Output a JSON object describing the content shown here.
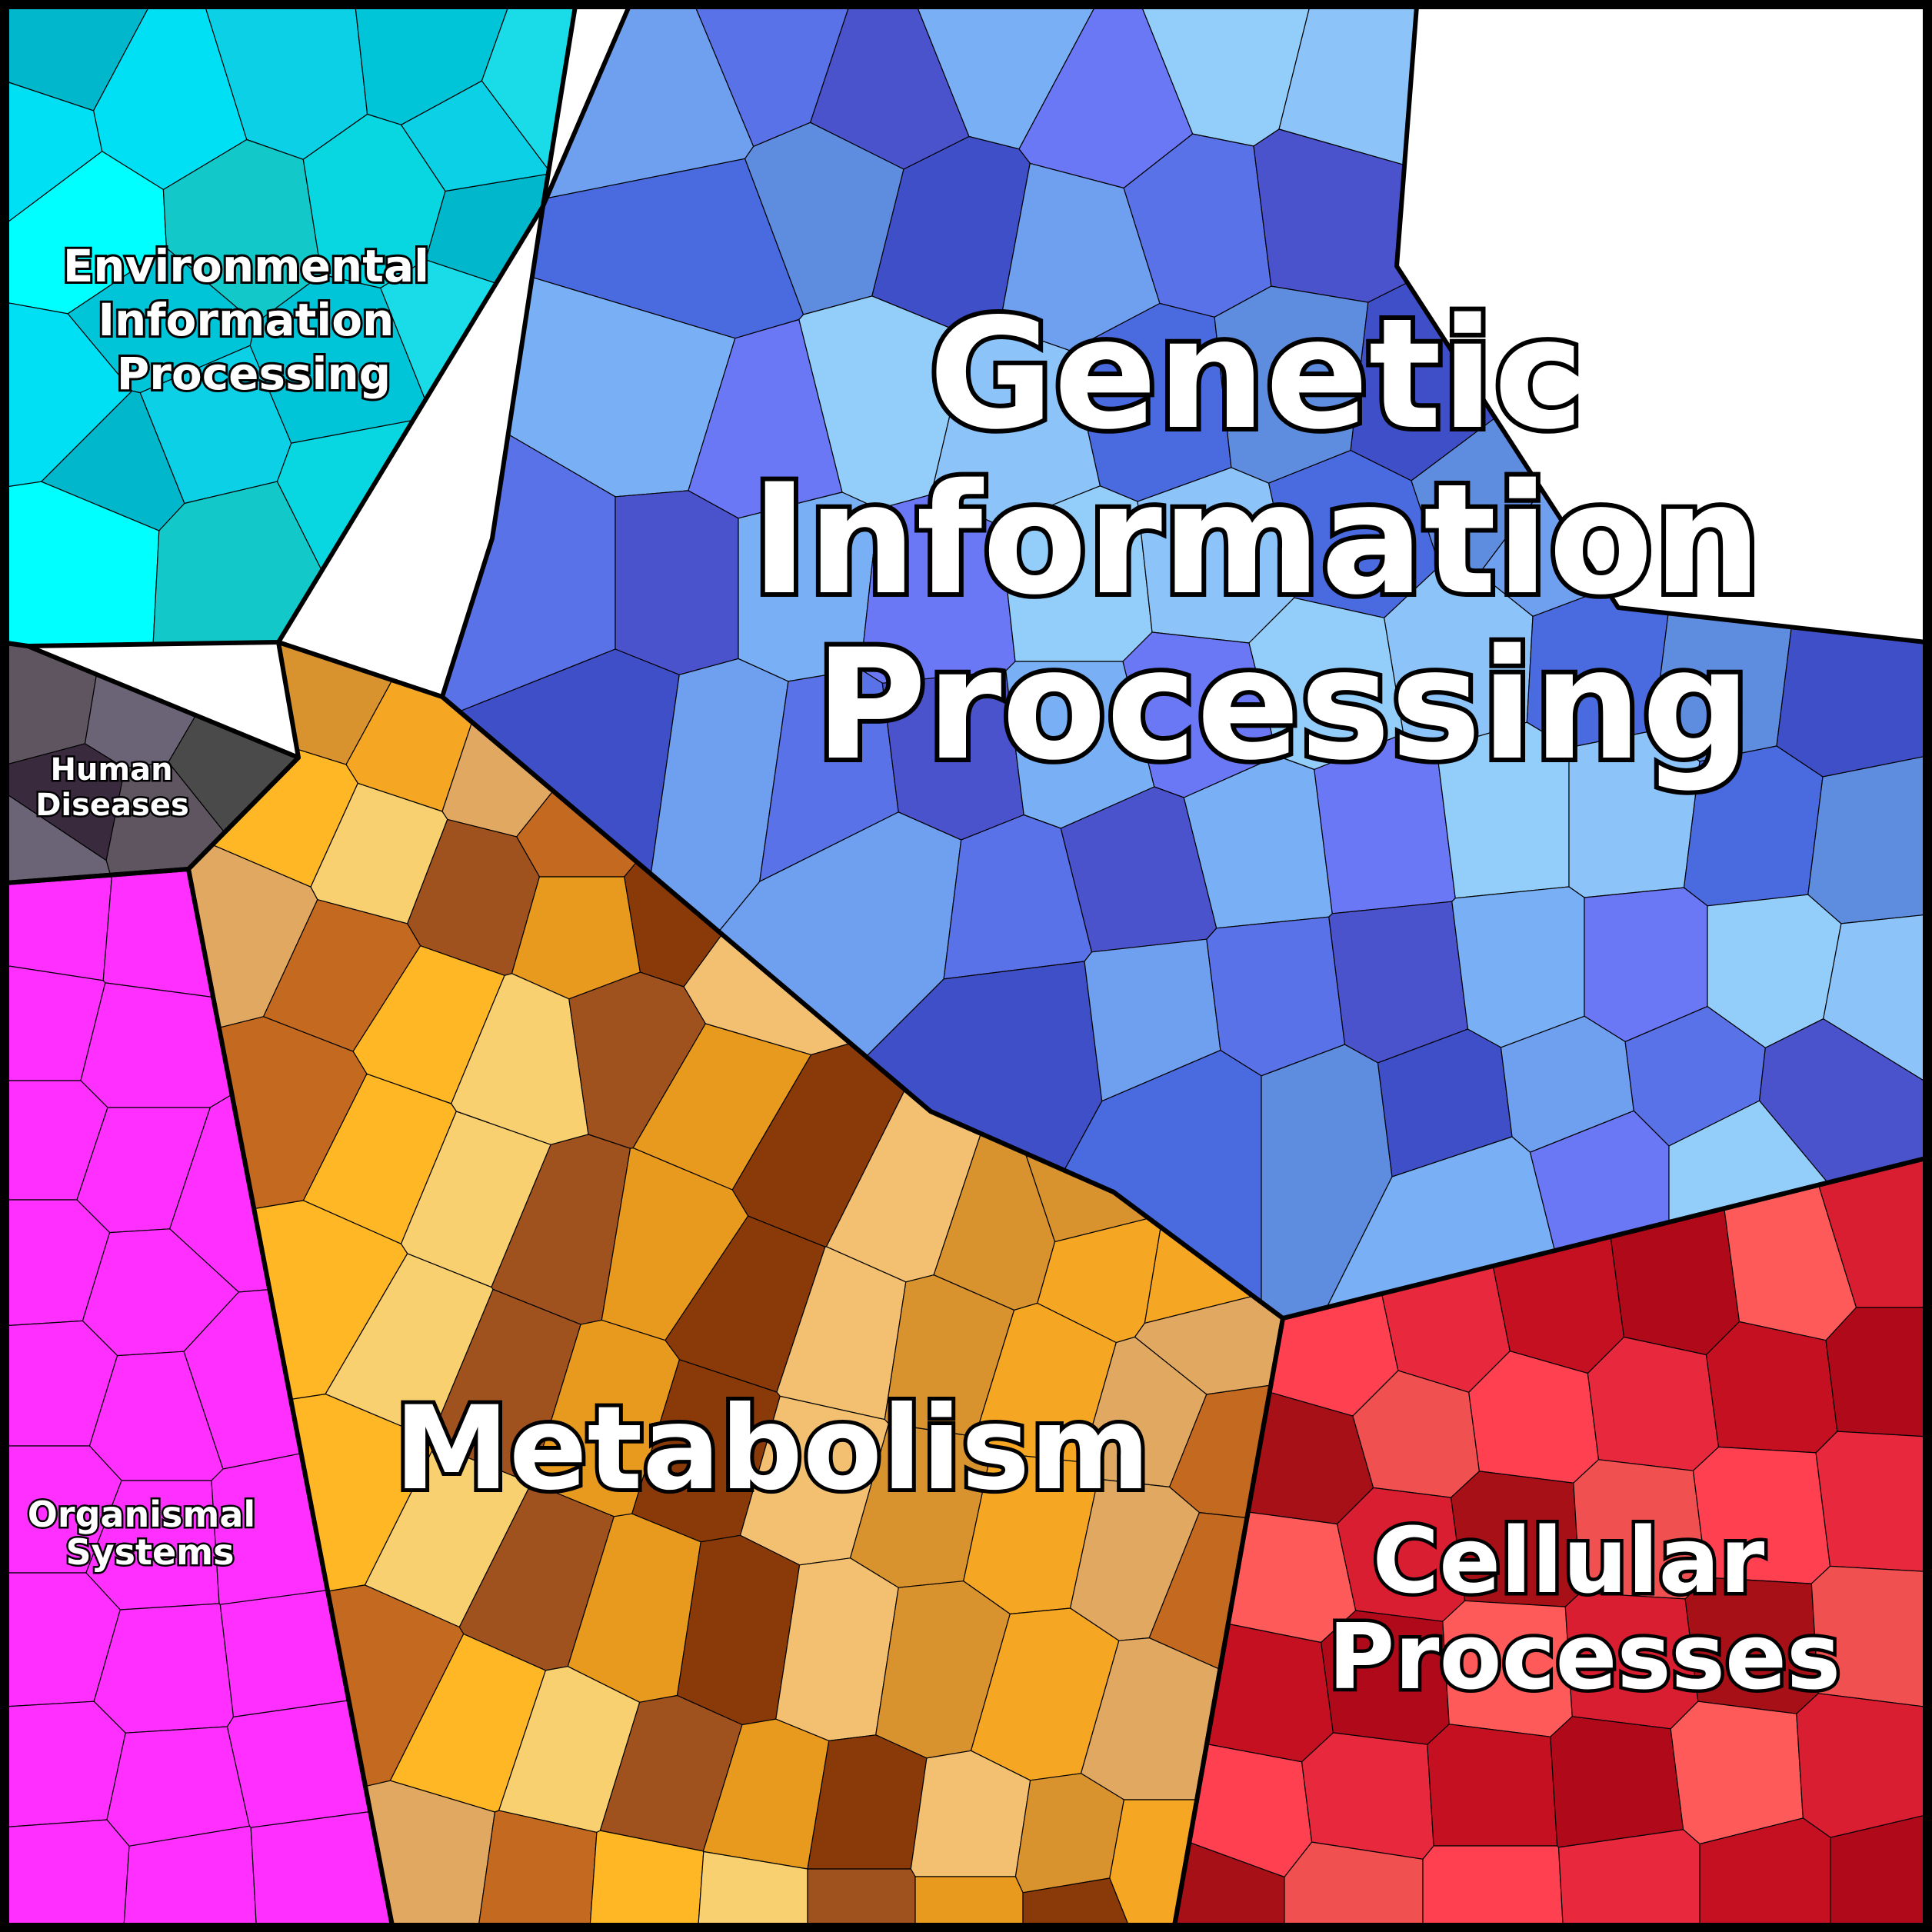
{
  "diagram": {
    "type": "voronoi-treemap",
    "regions": [
      {
        "id": "environmental",
        "name": "Environmental Information Processing",
        "label_lines": [
          "Environmental",
          "Information",
          "Processing"
        ],
        "palette": [
          "#00c5d9",
          "#0bd0e6",
          "#00e0f5",
          "#00b7cc",
          "#08d6e0",
          "#13c8c8",
          "#00ffff",
          "#1adbe8"
        ]
      },
      {
        "id": "genetic",
        "name": "Genetic Information Processing",
        "label_lines": [
          "Genetic",
          "Information",
          "Processing"
        ],
        "palette": [
          "#5a72e8",
          "#6a78f5",
          "#4a6ae0",
          "#6fa0f0",
          "#79b0f5",
          "#8cc4fa",
          "#3f4fc8",
          "#4a52cc",
          "#93cdfa",
          "#5e8de0"
        ]
      },
      {
        "id": "human",
        "name": "Human Diseases",
        "label_lines": [
          "Human",
          "Diseases"
        ],
        "palette": [
          "#3a2a3e",
          "#4a4a4a",
          "#6b6476",
          "#5e5560"
        ]
      },
      {
        "id": "organismal",
        "name": "Organismal Systems",
        "label_lines": [
          "Organismal",
          "Systems"
        ],
        "palette": [
          "#e020c8",
          "#c818b8",
          "#b010b0",
          "#ff30ff",
          "#f01aa0",
          "#d81fb0",
          "#e848c8"
        ]
      },
      {
        "id": "metabolism",
        "name": "Metabolism",
        "label_lines": [
          "Metabolism"
        ],
        "palette": [
          "#f5a623",
          "#ffb726",
          "#e89a1f",
          "#d8922e",
          "#c46a20",
          "#a0521e",
          "#f2c070",
          "#e0a860",
          "#f8d070",
          "#8a3a08"
        ]
      },
      {
        "id": "cellular",
        "name": "Cellular Processes",
        "label_lines": [
          "Cellular",
          "Processes"
        ],
        "palette": [
          "#b00a1a",
          "#c41020",
          "#e8283c",
          "#ff4050",
          "#f05050",
          "#a81018",
          "#d81e30",
          "#ff5a5a"
        ]
      }
    ]
  }
}
